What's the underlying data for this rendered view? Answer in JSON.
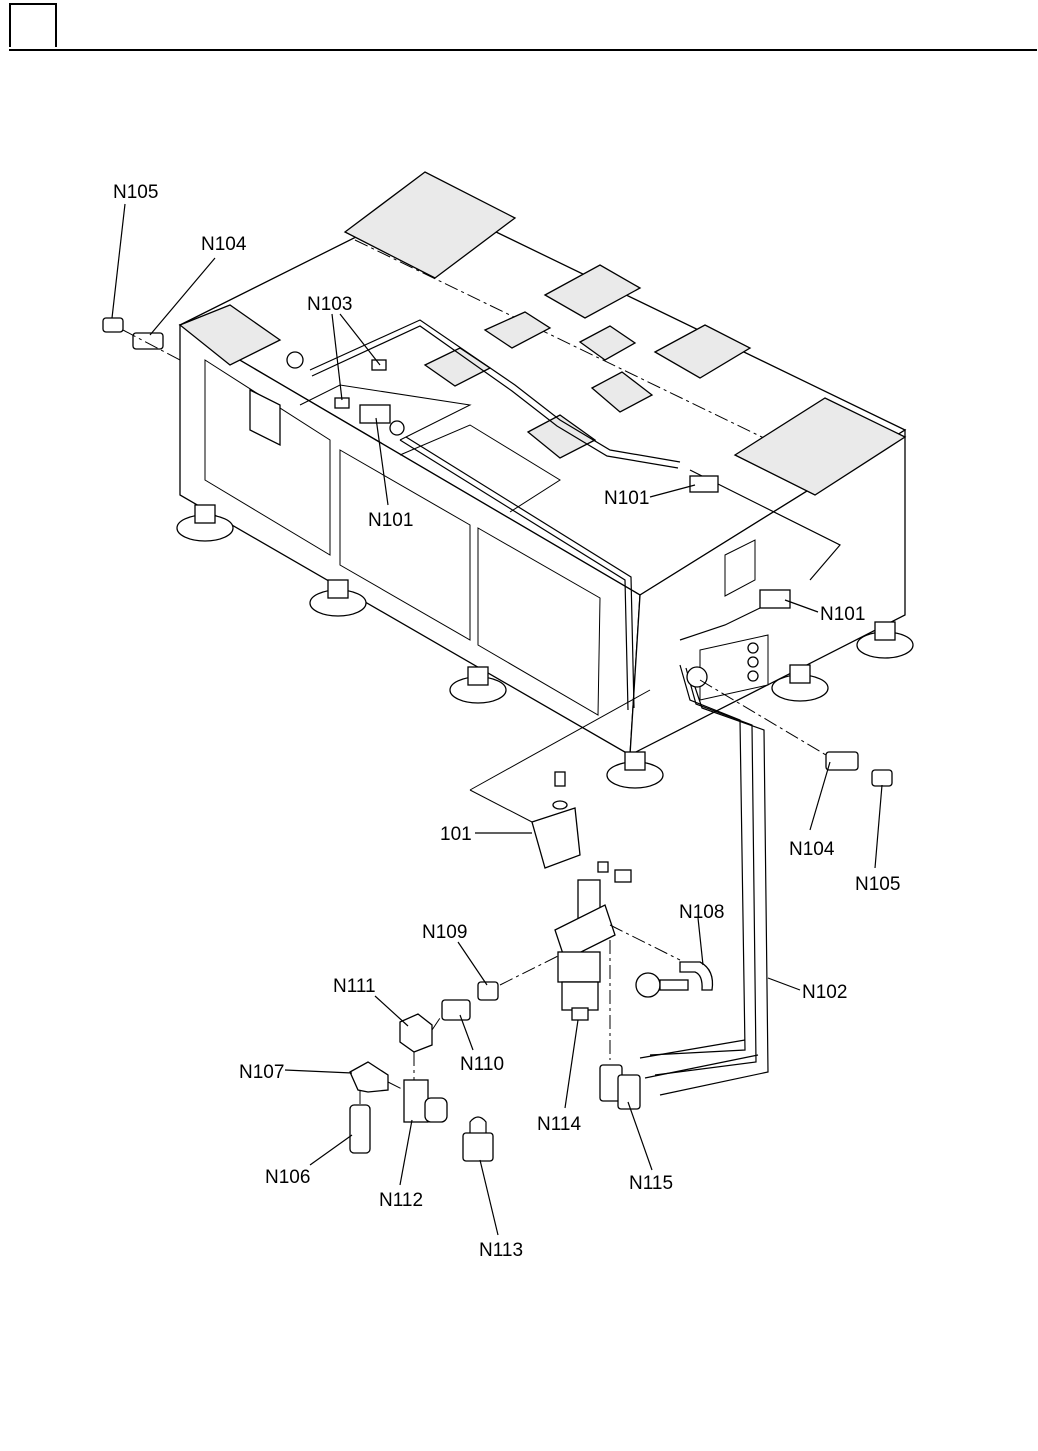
{
  "labels": {
    "n105_top": "N105",
    "n104_top": "N104",
    "n103": "N103",
    "n101_left": "N101",
    "n101_mid": "N101",
    "n101_right": "N101",
    "n104_right": "N104",
    "n105_right": "N105",
    "l101": "101",
    "n108": "N108",
    "n109": "N109",
    "n102": "N102",
    "n111": "N111",
    "n110": "N110",
    "n107": "N107",
    "n114": "N114",
    "n106": "N106",
    "n112": "N112",
    "n115": "N115",
    "n113": "N113"
  }
}
